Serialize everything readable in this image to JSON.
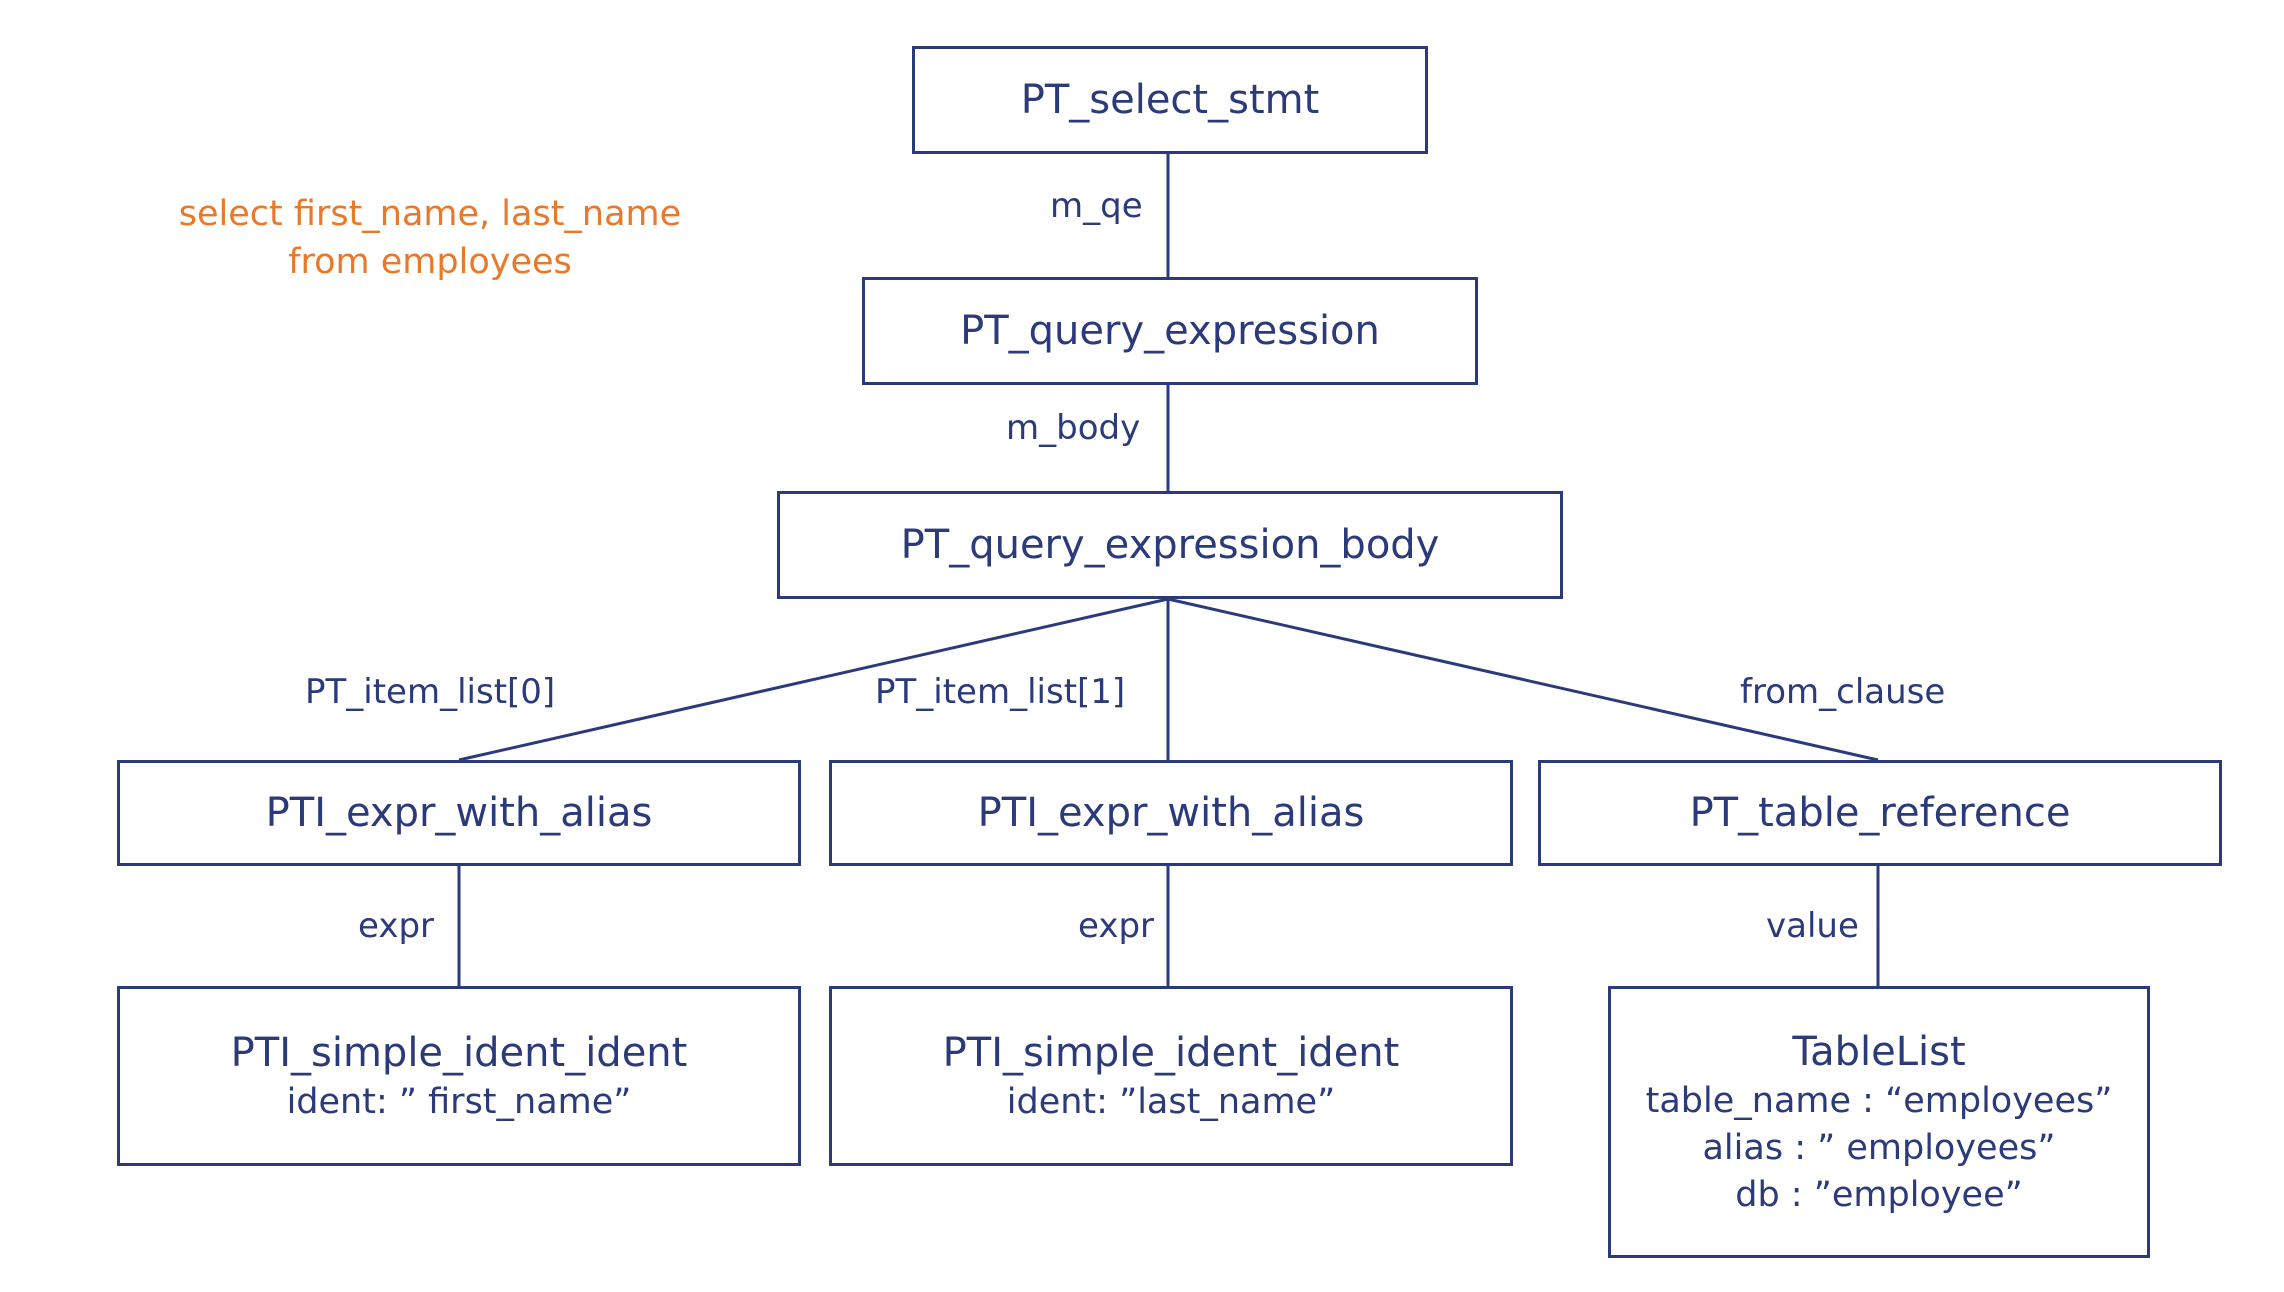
{
  "query": {
    "line1": "select first_name, last_name",
    "line2": "from employees"
  },
  "nodes": {
    "select_stmt": {
      "title": "PT_select_stmt"
    },
    "query_expression": {
      "title": "PT_query_expression"
    },
    "query_expression_body": {
      "title": "PT_query_expression_body"
    },
    "expr_with_alias_0": {
      "title": "PTI_expr_with_alias"
    },
    "expr_with_alias_1": {
      "title": "PTI_expr_with_alias"
    },
    "table_reference": {
      "title": "PT_table_reference"
    },
    "simple_ident_0": {
      "title": "PTI_simple_ident_ident",
      "detail": "ident: ” first_name”"
    },
    "simple_ident_1": {
      "title": "PTI_simple_ident_ident",
      "detail": "ident: ”last_name”"
    },
    "table_list": {
      "title": "TableList",
      "detail1": "table_name : “employees”",
      "detail2": "alias : ” employees”",
      "detail3": "db : ”employee”"
    }
  },
  "edges": {
    "m_qe": "m_qe",
    "m_body": "m_body",
    "item_list_0": "PT_item_list[0]",
    "item_list_1": "PT_item_list[1]",
    "from_clause": "from_clause",
    "expr_0": "expr",
    "expr_1": "expr",
    "value": "value"
  },
  "colors": {
    "line": "#2b3a7a",
    "query_text": "#e8792b",
    "background": "#ffffff"
  }
}
